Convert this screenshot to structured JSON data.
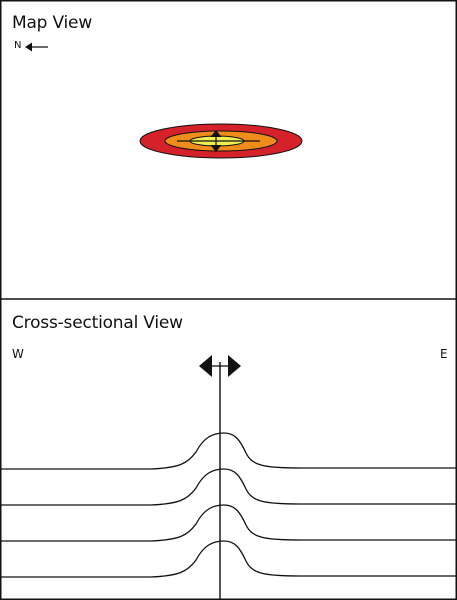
{
  "map_view": {
    "title": "Map View",
    "north_label": "N",
    "colors": {
      "outer": "#d5212a",
      "middle": "#f08c1a",
      "inner": "#f0ef52",
      "outline": "#111111"
    }
  },
  "cross_section": {
    "title": "Cross-sectional View",
    "west_label": "W",
    "east_label": "E",
    "layer_count": 4
  },
  "colors": {
    "line": "#111111",
    "background": "#ffffff"
  }
}
